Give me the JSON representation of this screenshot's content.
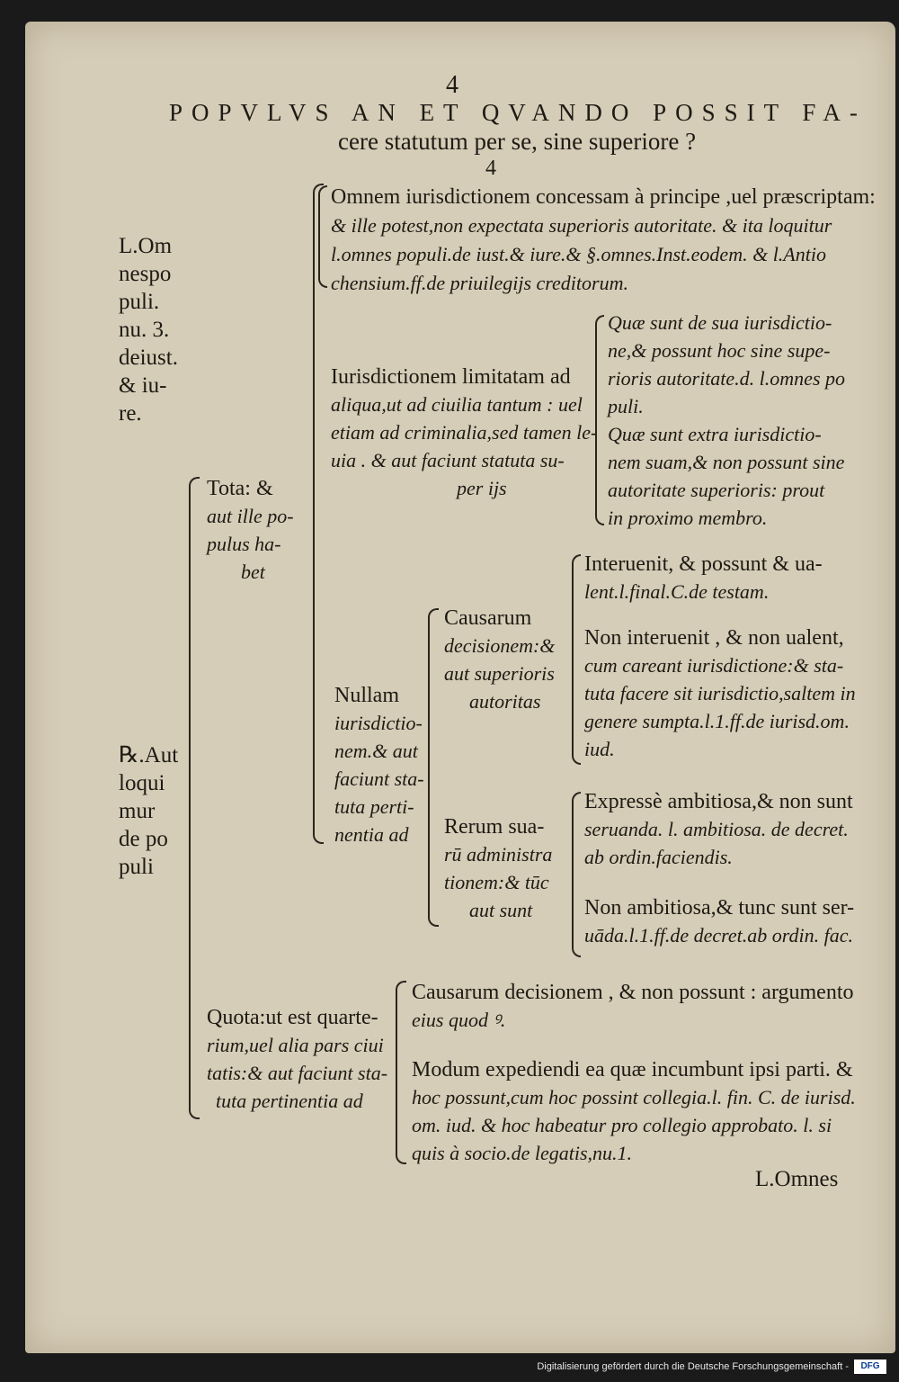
{
  "page_number_top": "4",
  "heading": {
    "line1": "POPVLVS AN ET QVANDO POSSIT FA-",
    "line2": "cere statutum per se, sine superiore ?",
    "sub_number": "4"
  },
  "margin_left": {
    "note1": [
      "L.Om",
      "nespo",
      "puli.",
      "nu. 3.",
      "deiust.",
      "& iu-",
      "re."
    ],
    "note2": [
      "℞.Aut",
      "loqui",
      "mur",
      "de po",
      "puli"
    ]
  },
  "tree": {
    "tota": [
      "Tota: & ",
      "aut ille po-",
      "pulus ha-",
      "bet"
    ],
    "omnem": [
      "Omnem iurisdictionem concessam à principe ,uel præscriptam:",
      "& ille potest,non expectata superioris autoritate. & ita loquitur",
      "l.omnes populi.de iust.& iure.& §.omnes.Inst.eodem. & l.Antio",
      "chensium.ff.de priuilegijs creditorum."
    ],
    "iurisd": [
      "Iurisdictionem limitatam ad",
      "aliqua,ut ad ciuilia tantum : uel",
      "etiam ad criminalia,sed tamen le-",
      "uia . & aut faciunt statuta su-",
      "per ijs"
    ],
    "quae1": [
      "Quæ sunt de sua iurisdictio-",
      "ne,& possunt hoc sine supe-",
      "rioris autoritate.d. l.omnes po",
      "puli."
    ],
    "quae2": [
      "Quæ sunt extra iurisdictio-",
      "nem suam,& non possunt sine",
      "autoritate superioris: prout",
      "in proximo membro."
    ],
    "nullam": [
      "Nullam",
      "iurisdictio-",
      "nem.& aut",
      "faciunt sta-",
      "tuta perti-",
      "nentia ad"
    ],
    "causarum1": [
      "Causarum",
      "decisionem:&",
      "aut superioris",
      "autoritas"
    ],
    "interuenit": [
      "Interuenit, & possunt & ua-",
      "lent.l.final.C.de testam."
    ],
    "non_interuenit": [
      "Non interuenit , & non ualent,",
      "cum careant iurisdictione:& sta-",
      "tuta facere sit iurisdictio,saltem in",
      "genere sumpta.l.1.ff.de iurisd.om.",
      "iud."
    ],
    "rerum": [
      "Rerum sua-",
      "rū administra",
      "tionem:& tūc",
      "aut sunt"
    ],
    "expresse": [
      "Expressè ambitiosa,& non sunt",
      "seruanda. l. ambitiosa. de decret.",
      "ab ordin.faciendis."
    ],
    "non_ambitiosa": [
      "Non ambitiosa,& tunc sunt ser-",
      "uāda.l.1.ff.de decret.ab ordin. fac."
    ],
    "quota": [
      "Quota:ut est quarte-",
      "rium,uel alia pars ciui",
      "tatis:& aut faciunt sta-",
      "tuta pertinentia ad"
    ],
    "causarum2": [
      "Causarum decisionem , & non possunt : argumento",
      "eius quod ꝰ."
    ],
    "modum": [
      "Modum expediendi ea quæ incumbunt ipsi parti. &",
      "hoc possunt,cum hoc possint collegia.l. fin. C. de iurisd.",
      "om. iud. & hoc habeatur pro collegio approbato. l. si",
      "quis à socio.de legatis,nu.1."
    ]
  },
  "catchword": "L.Omnes",
  "footer": {
    "text": "Digitalisierung gefördert durch die Deutsche Forschungsgemeinschaft -",
    "logo": "DFG"
  },
  "colors": {
    "paper": "#d6cdb8",
    "ink": "#1e1a14",
    "frame": "#1a1a1a"
  }
}
